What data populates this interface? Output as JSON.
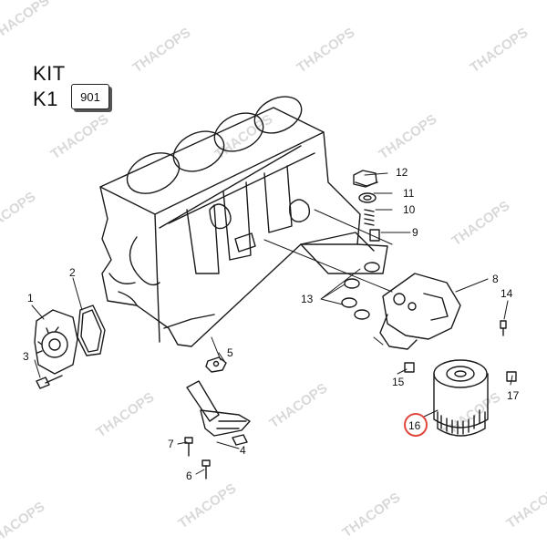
{
  "header": {
    "kit_label": "KIT",
    "k1_label": "K1",
    "kit_code": "901"
  },
  "watermark": "THACOPS",
  "callouts": [
    "1",
    "2",
    "3",
    "4",
    "5",
    "6",
    "7",
    "8",
    "9",
    "10",
    "11",
    "12",
    "13",
    "14",
    "15",
    "16",
    "17"
  ],
  "highlighted_callout": "16",
  "highlight_color": "#e0473f",
  "line_color": "#1a1a1a",
  "watermark_color": "#c9c9c9"
}
